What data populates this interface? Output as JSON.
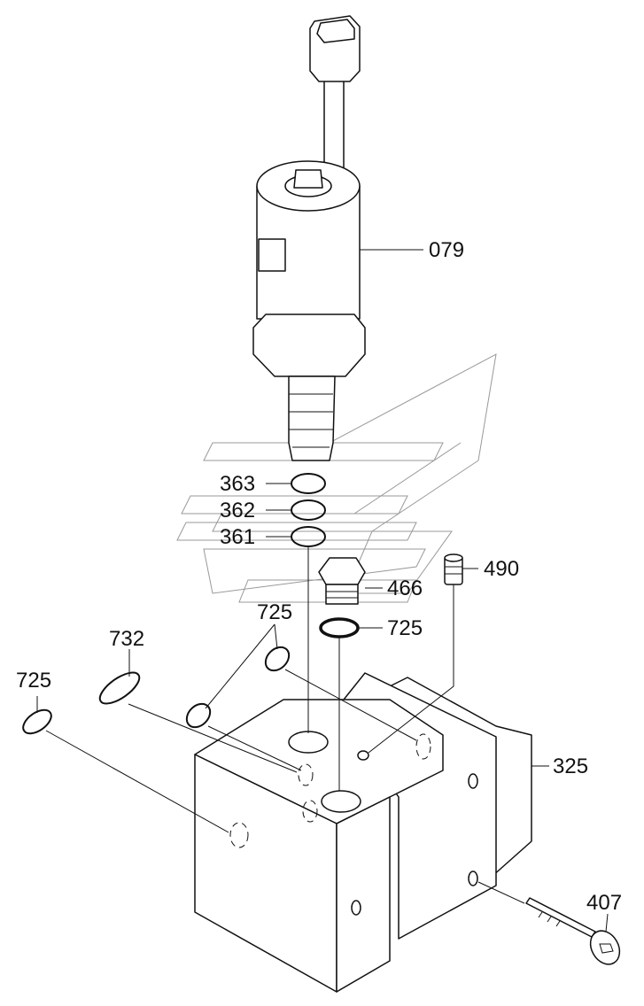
{
  "diagram": {
    "labels": {
      "p079": "079",
      "p363": "363",
      "p362": "362",
      "p361": "361",
      "p466": "466",
      "p490": "490",
      "p725_left": "725",
      "p732": "732",
      "p725_mid": "725",
      "p725_right": "725",
      "p325": "325",
      "p407": "407"
    }
  }
}
